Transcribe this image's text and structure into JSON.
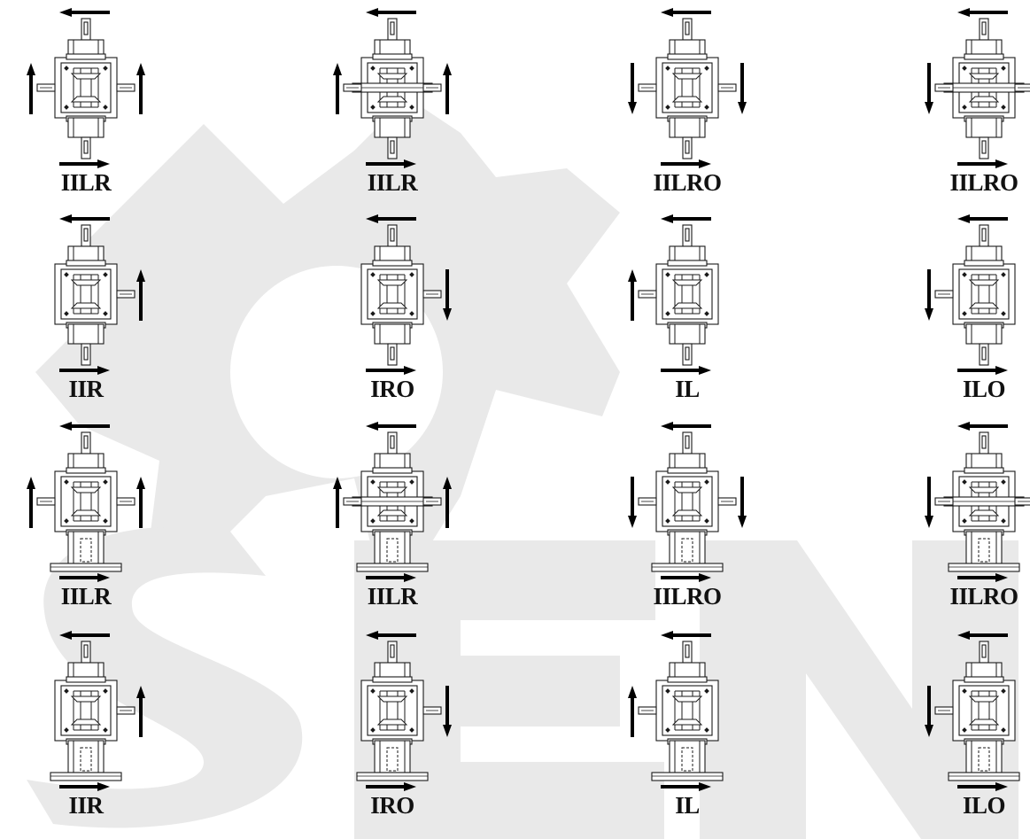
{
  "watermark": {
    "logo_text": "SEN",
    "color": "#e9e9e9"
  },
  "colors": {
    "line": "#1a1a1a",
    "arrow": "#000000",
    "label": "#111111"
  },
  "diagrams": [
    {
      "label": "IILR",
      "left_shaft": true,
      "right_shaft": true,
      "left_arrow": "up",
      "right_arrow": "up",
      "through": false,
      "foot": false
    },
    {
      "label": "IILR",
      "left_shaft": true,
      "right_shaft": true,
      "left_arrow": "up",
      "right_arrow": "up",
      "through": true,
      "foot": false
    },
    {
      "label": "IILRO",
      "left_shaft": true,
      "right_shaft": true,
      "left_arrow": "down",
      "right_arrow": "down",
      "through": false,
      "foot": false
    },
    {
      "label": "IILRO",
      "left_shaft": true,
      "right_shaft": true,
      "left_arrow": "down",
      "right_arrow": "down",
      "through": true,
      "foot": false
    },
    {
      "label": "IIR",
      "left_shaft": false,
      "right_shaft": true,
      "left_arrow": null,
      "right_arrow": "up",
      "through": false,
      "foot": false
    },
    {
      "label": "IRO",
      "left_shaft": false,
      "right_shaft": true,
      "left_arrow": null,
      "right_arrow": "down",
      "through": false,
      "foot": false
    },
    {
      "label": "IL",
      "left_shaft": true,
      "right_shaft": false,
      "left_arrow": "up",
      "right_arrow": null,
      "through": false,
      "foot": false
    },
    {
      "label": "ILO",
      "left_shaft": true,
      "right_shaft": false,
      "left_arrow": "down",
      "right_arrow": null,
      "through": false,
      "foot": false
    },
    {
      "label": "IILR",
      "left_shaft": true,
      "right_shaft": true,
      "left_arrow": "up",
      "right_arrow": "up",
      "through": false,
      "foot": true
    },
    {
      "label": "IILR",
      "left_shaft": true,
      "right_shaft": true,
      "left_arrow": "up",
      "right_arrow": "up",
      "through": true,
      "foot": true
    },
    {
      "label": "IILRO",
      "left_shaft": true,
      "right_shaft": true,
      "left_arrow": "down",
      "right_arrow": "down",
      "through": false,
      "foot": true
    },
    {
      "label": "IILRO",
      "left_shaft": true,
      "right_shaft": true,
      "left_arrow": "down",
      "right_arrow": "down",
      "through": true,
      "foot": true
    },
    {
      "label": "IIR",
      "left_shaft": false,
      "right_shaft": true,
      "left_arrow": null,
      "right_arrow": "up",
      "through": false,
      "foot": true
    },
    {
      "label": "IRO",
      "left_shaft": false,
      "right_shaft": true,
      "left_arrow": null,
      "right_arrow": "down",
      "through": false,
      "foot": true
    },
    {
      "label": "IL",
      "left_shaft": true,
      "right_shaft": false,
      "left_arrow": "up",
      "right_arrow": null,
      "through": false,
      "foot": true
    },
    {
      "label": "ILO",
      "left_shaft": true,
      "right_shaft": false,
      "left_arrow": "down",
      "right_arrow": null,
      "through": false,
      "foot": true
    }
  ]
}
